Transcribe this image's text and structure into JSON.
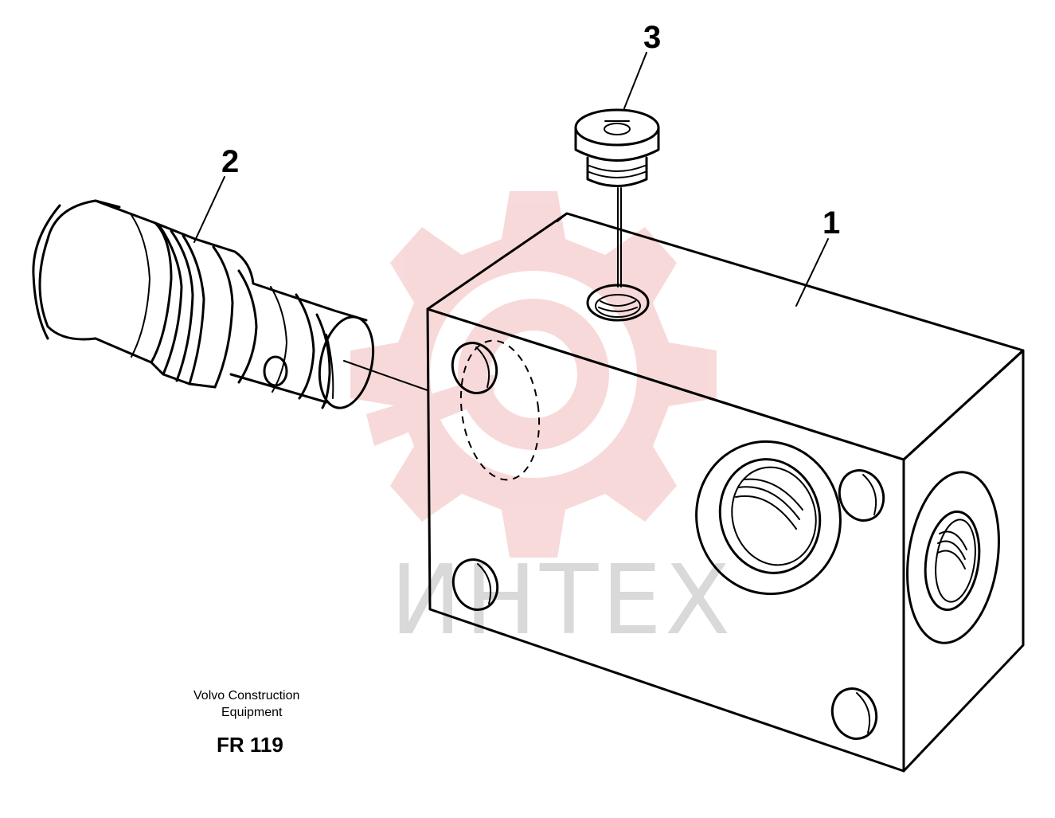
{
  "callouts": {
    "part1": "1",
    "part2": "2",
    "part3": "3"
  },
  "watermark": {
    "text": "ИНТЕХ",
    "gear_color": "#f4c6c6",
    "text_color": "#d9d9d9"
  },
  "caption": {
    "line1": "Volvo Construction",
    "line2": "Equipment",
    "code": "FR 119"
  }
}
